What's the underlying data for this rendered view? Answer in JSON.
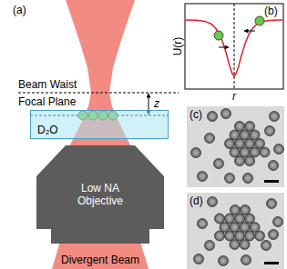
{
  "diagram": {
    "nodes": [
      {
        "text": [
          "D₂O"
        ]
      },
      {
        "text": [
          "Low NA Objective"
        ]
      }
    ],
    "labels": [
      "(a)",
      "Beam Waist",
      "z",
      "Focal Plane",
      "Divergent Beam",
      "(b)",
      "U(r)",
      "r",
      "(c)",
      "(d)"
    ]
  }
}
